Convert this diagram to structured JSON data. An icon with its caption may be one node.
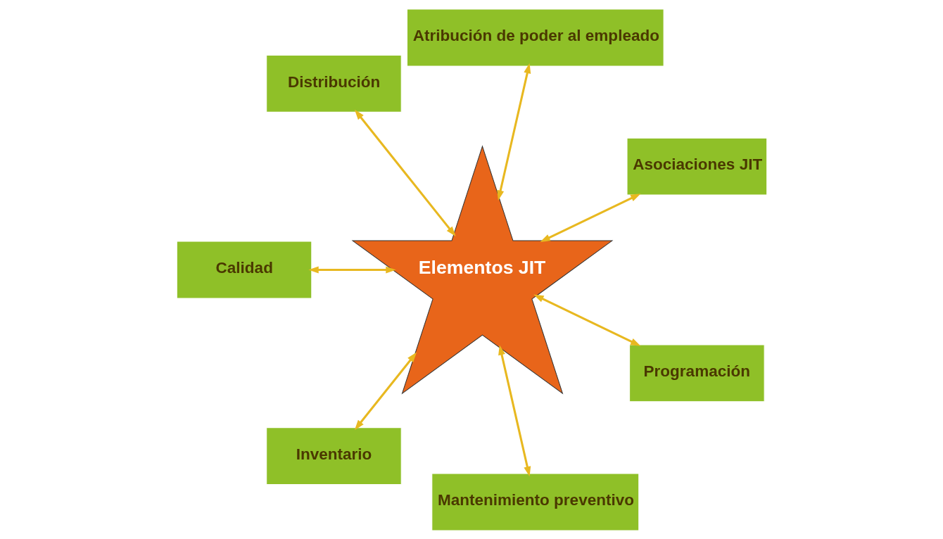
{
  "diagram": {
    "nodes": [
      {
        "text": [
          "Asociaciones JIT"
        ]
      },
      {
        "text": [
          "Atribución de poder al empleado"
        ]
      },
      {
        "text": [
          "Distribución"
        ]
      },
      {
        "text": [
          "Elementos JIT"
        ]
      },
      {
        "text": [
          "Calidad"
        ]
      },
      {
        "text": [
          "Inventario"
        ]
      },
      {
        "text": [
          "Mantenimiento preventivo"
        ]
      },
      {
        "text": [
          "Programación"
        ]
      }
    ],
    "edges": [
      {
        "from": 3,
        "to": 0,
        "arrow": "both"
      },
      {
        "from": 3,
        "to": 1,
        "arrow": "both"
      },
      {
        "from": 3,
        "to": 2,
        "arrow": "both"
      },
      {
        "from": 3,
        "to": 4,
        "arrow": "both"
      },
      {
        "from": 3,
        "to": 5,
        "arrow": "both"
      },
      {
        "from": 3,
        "to": 6,
        "arrow": "both"
      },
      {
        "from": 3,
        "to": 7,
        "arrow": "both"
      }
    ]
  }
}
